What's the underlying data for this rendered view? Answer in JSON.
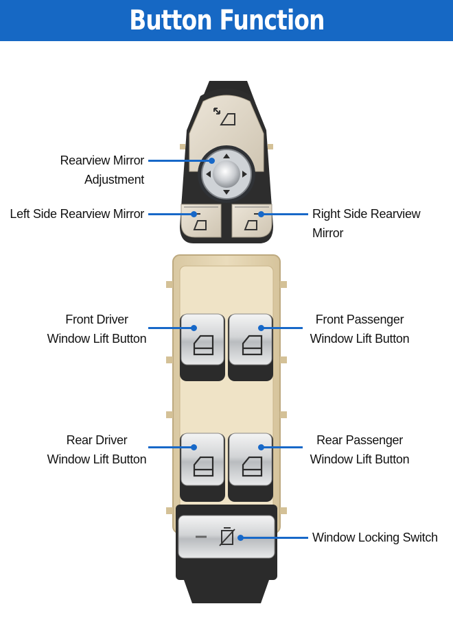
{
  "header": {
    "title": "Button Function"
  },
  "colors": {
    "banner": "#1668c4",
    "callout": "#1768c8",
    "housing": "#e6d6b3",
    "chrome": "#d9dbdd"
  },
  "labels": {
    "mirror_adjust": "Rearview Mirror Adjustment",
    "left_mirror": "Left Side Rearview Mirror",
    "right_mirror": "Right Side Rearview Mirror",
    "front_driver": [
      "Front Driver",
      "Window Lift Button"
    ],
    "front_passenger": [
      "Front Passenger",
      "Window Lift Button"
    ],
    "rear_driver": [
      "Rear Driver",
      "Window Lift Button"
    ],
    "rear_passenger": [
      "Rear Passenger",
      "Window Lift Button"
    ],
    "lock_switch": "Window Locking Switch"
  },
  "icons": [
    "mirror-adjust-icon",
    "dpad-arrows-icon",
    "mirror-left-icon",
    "mirror-right-icon",
    "window-icon",
    "window-lock-icon"
  ]
}
